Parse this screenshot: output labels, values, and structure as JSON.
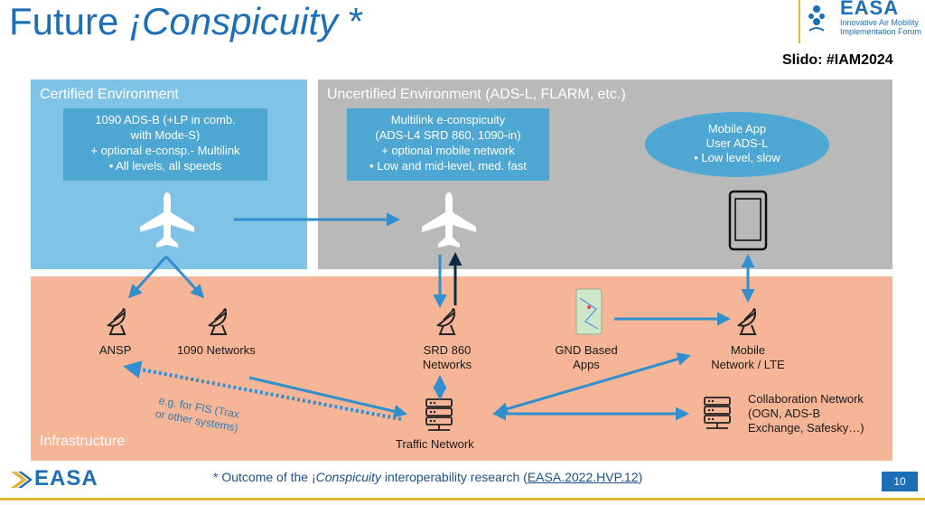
{
  "title": {
    "main": "Future ",
    "emphasis": "¡Conspicuity",
    "star": " *"
  },
  "logo": {
    "name": "EASA",
    "subtitle_line1": "Innovative Air Mobility",
    "subtitle_line2": "Implementation Forum",
    "seal_icon": "easa-seal-icon"
  },
  "slido": "Slido: #IAM2024",
  "zones": {
    "certified": {
      "label": "Certified Environment",
      "box_lines": [
        "1090 ADS-B (+LP in comb.",
        "with Mode-S)",
        "+ optional e-consp.- Multilink",
        "•   All levels, all speeds"
      ]
    },
    "uncertified": {
      "label": "Uncertified Environment (ADS-L, FLARM, etc.)",
      "box_lines": [
        "Multilink e-conspicuity",
        "(ADS-L4 SRD 860, 1090-in)",
        "+ optional mobile network",
        "•   Low and mid-level, med. fast"
      ],
      "ellipse_lines": [
        "Mobile App",
        "User ADS-L",
        "•   Low level, slow"
      ]
    },
    "infrastructure": {
      "label": "Infrastructure"
    }
  },
  "nodes": {
    "ansp": "ANSP",
    "net1090": "1090 Networks",
    "srd860": [
      "SRD 860",
      "Networks"
    ],
    "gnd_apps": [
      "GND Based",
      "Apps"
    ],
    "mobile": [
      "Mobile",
      "Network / LTE"
    ],
    "traffic": "Traffic Network",
    "collab": [
      "Collaboration Network",
      "(OGN, ADS-B",
      "Exchange, Safesky…)"
    ]
  },
  "fis_note": [
    "e.g. for FIS (Trax",
    "or other systems)"
  ],
  "footer": {
    "logo": "EASA",
    "note_prefix": "* Outcome of the ¡",
    "note_emphasis": "Conspicuity",
    "note_middle": " interoperability research (",
    "note_link": "EASA.2022.HVP.12",
    "note_suffix": ")",
    "page": "10"
  },
  "colors": {
    "accent": "#1c6fb7",
    "arrow": "#2f8fcf",
    "arrow_dark": "#0f2a44",
    "certified": "#7fc3e6",
    "uncertified": "#b9b9b9",
    "infrastructure": "#f5b596",
    "gold": "#e1b53a"
  }
}
